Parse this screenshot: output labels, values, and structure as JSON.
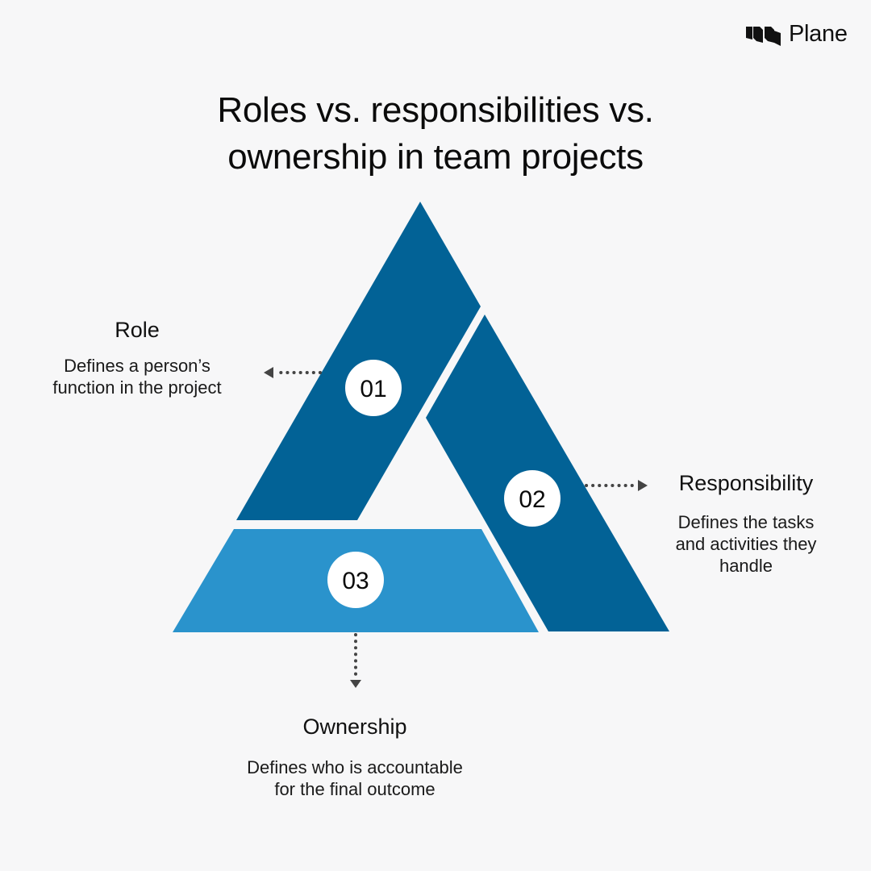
{
  "brand": {
    "name": "Plane",
    "icon": "plane-logo-icon"
  },
  "title": {
    "line1": "Roles vs. responsibilities vs.",
    "line2": "ownership in team projects"
  },
  "colors": {
    "background": "#f7f7f8",
    "dark_blue": "#026296",
    "light_blue": "#2a93cc",
    "circle": "#ffffff",
    "arrow": "#444444",
    "text": "#111111"
  },
  "segments": [
    {
      "number": "01",
      "name": "Role",
      "description_lines": [
        "Defines a person’s",
        "function in the project"
      ],
      "arrow_direction": "left"
    },
    {
      "number": "02",
      "name": "Responsibility",
      "description_lines": [
        "Defines the tasks",
        "and activities they",
        "handle"
      ],
      "arrow_direction": "right"
    },
    {
      "number": "03",
      "name": "Ownership",
      "description_lines": [
        "Defines who is accountable",
        "for the final outcome"
      ],
      "arrow_direction": "down"
    }
  ]
}
